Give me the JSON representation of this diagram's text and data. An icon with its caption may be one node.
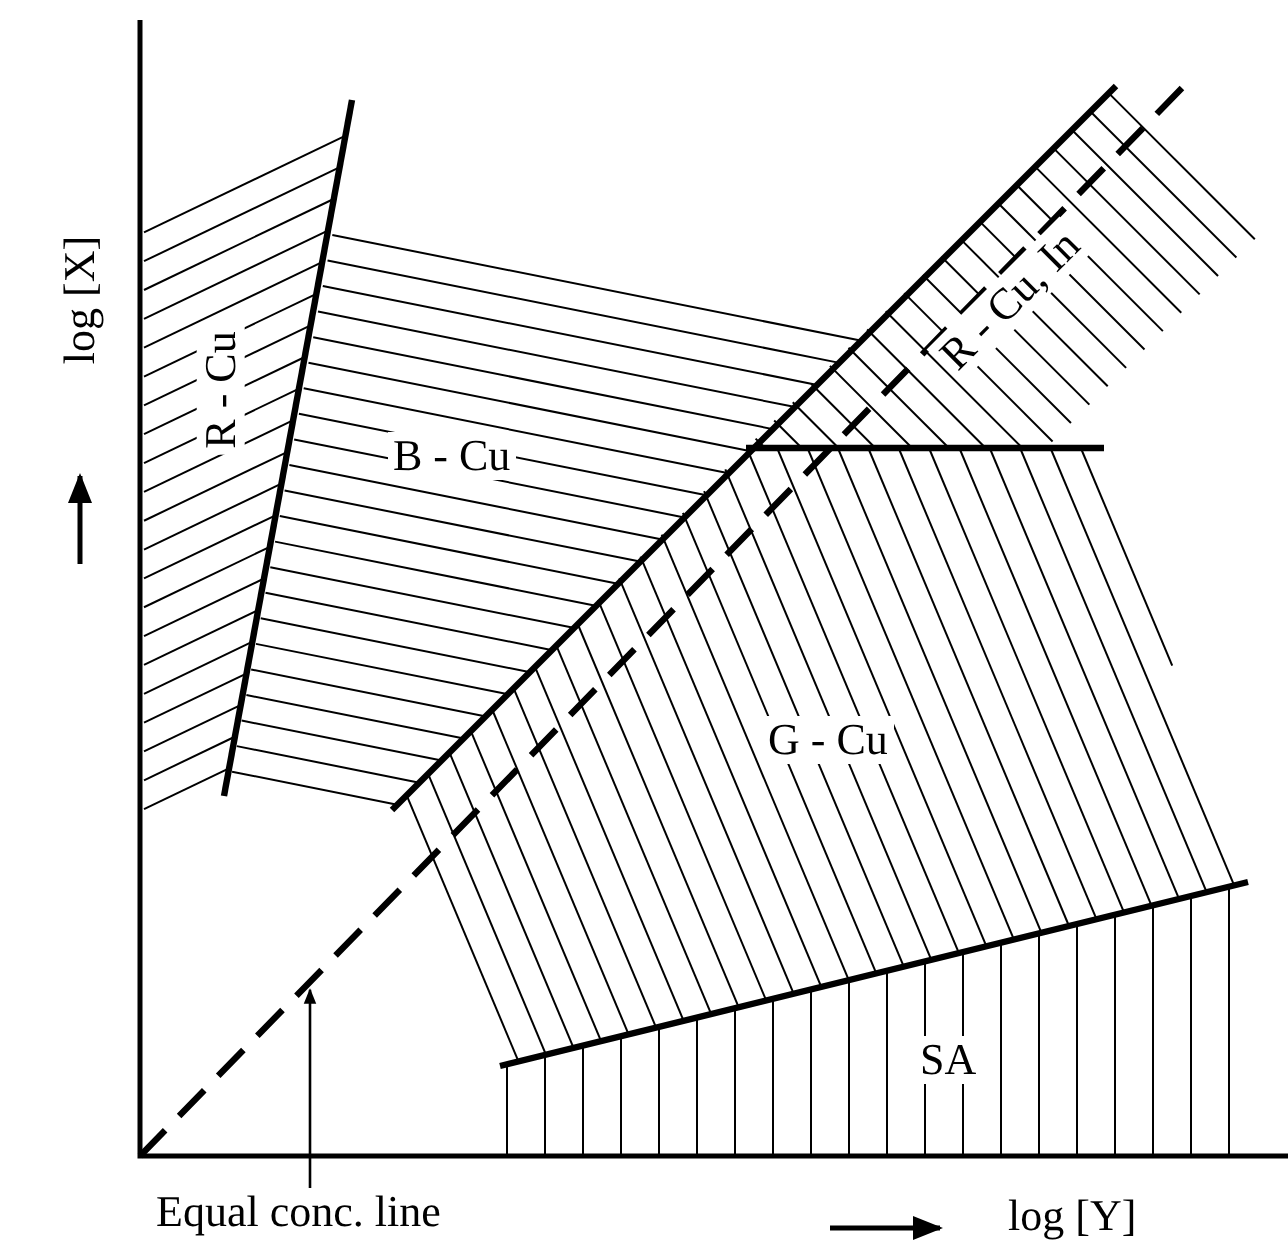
{
  "diagram": {
    "nodes": [
      {
        "text": [
          "Equal conc. line"
        ]
      },
      {
        "text": [],
        "shape": "line"
      }
    ],
    "edges": [
      {
        "from": 0,
        "to": 1,
        "arrow": "to"
      }
    ],
    "labels": [
      "log [X]",
      "R - Cu",
      "R - Cu, In",
      "B - Cu",
      "G - Cu",
      "SA",
      "log [Y]"
    ]
  }
}
